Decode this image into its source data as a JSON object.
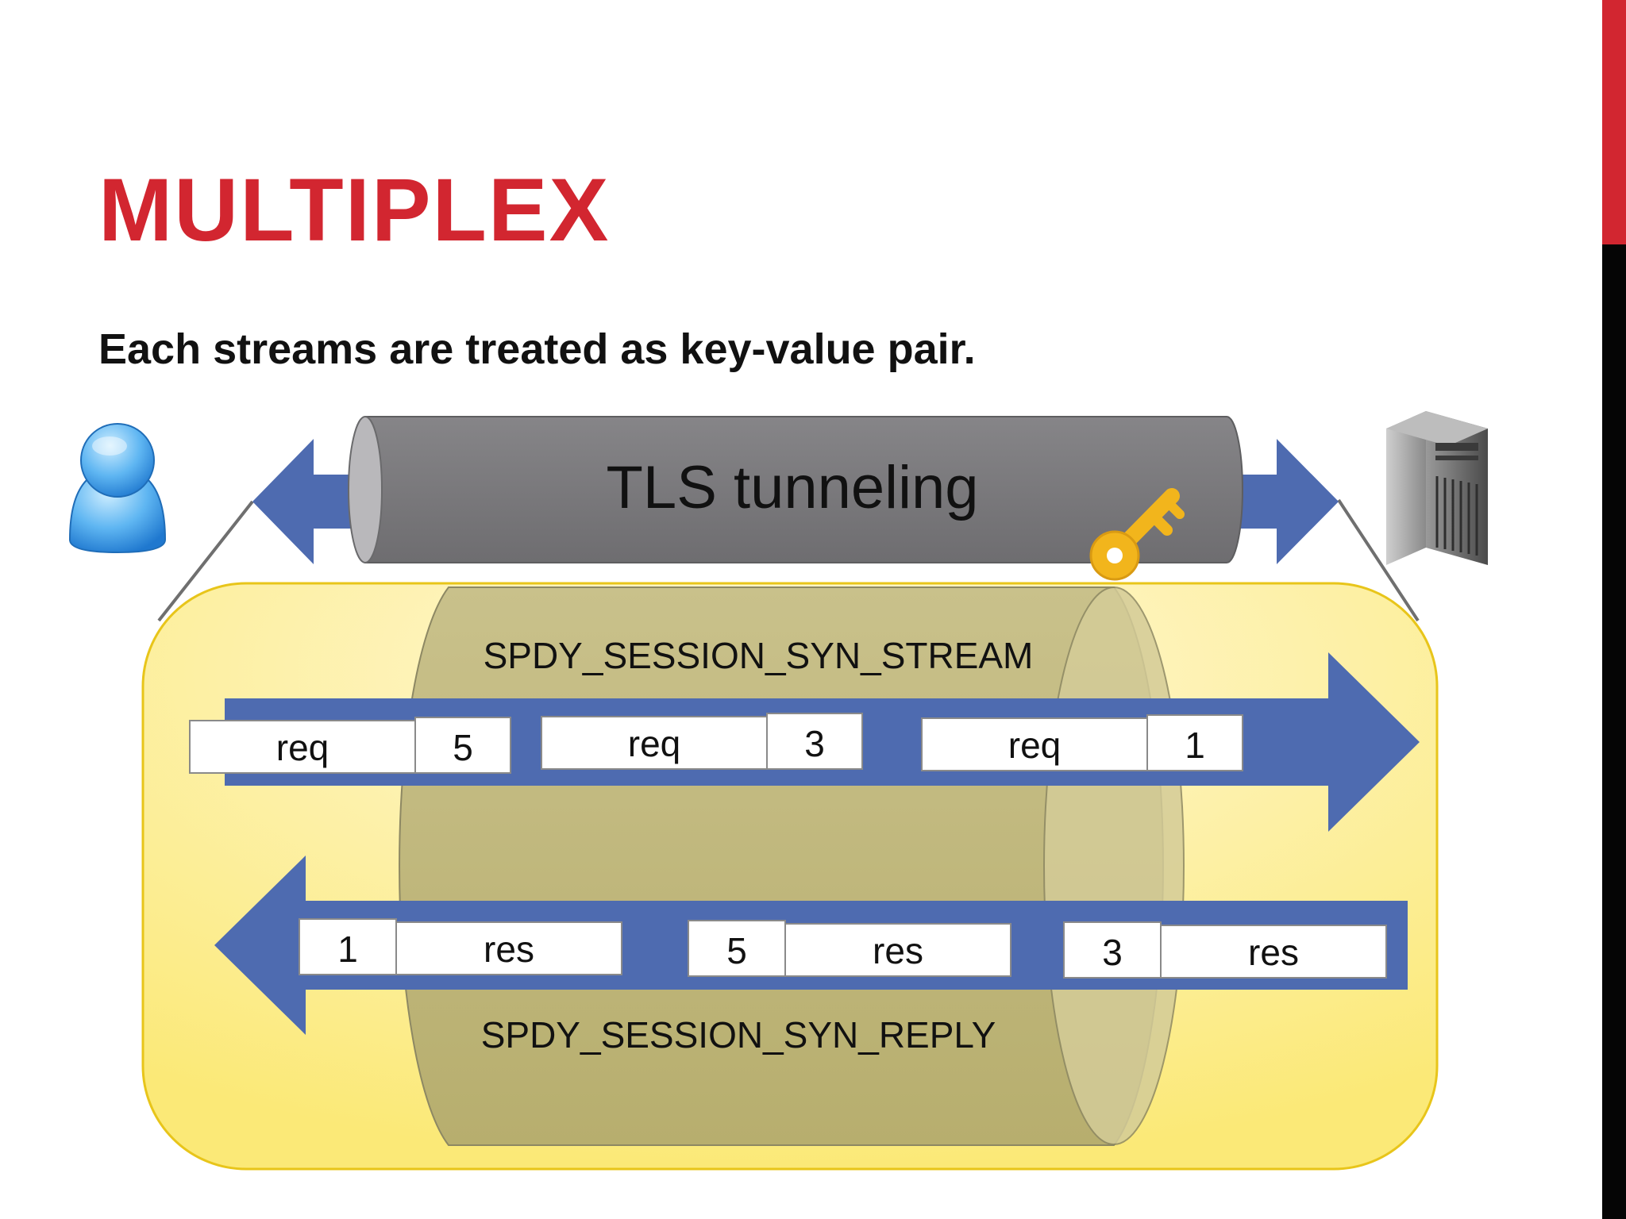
{
  "slide": {
    "title": "MULTIPLEX",
    "subtitle": "Each streams are treated as key-value pair."
  },
  "diagram": {
    "tunnel_label": "TLS tunneling",
    "session_stream_label": "SPDY_SESSION_SYN_STREAM",
    "session_reply_label": "SPDY_SESSION_SYN_REPLY",
    "requests": [
      {
        "key": "req",
        "value": "5"
      },
      {
        "key": "req",
        "value": "3"
      },
      {
        "key": "req",
        "value": "1"
      }
    ],
    "responses": [
      {
        "value": "1",
        "key": "res"
      },
      {
        "value": "5",
        "key": "res"
      },
      {
        "value": "3",
        "key": "res"
      }
    ]
  },
  "colors": {
    "accent_red": "#d22630",
    "arrow_blue": "#4e6bb0",
    "tunnel_gray": "#7b7a7d",
    "panel_yellow": "#fdf0a0",
    "session_olive": "#bdb47a",
    "key_gold": "#f2b51c"
  }
}
